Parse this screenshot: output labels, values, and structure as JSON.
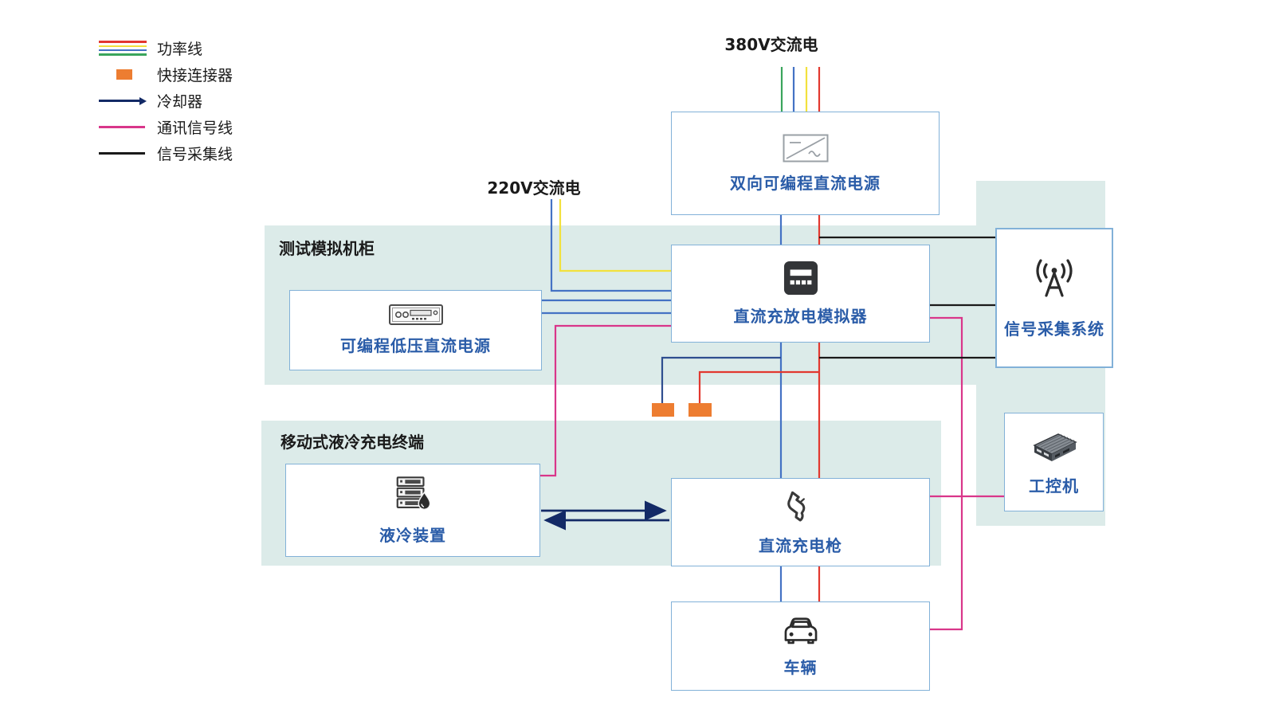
{
  "labels": {
    "ac380": "380V交流电",
    "ac220": "220V交流电"
  },
  "regions": {
    "test_cabinet": {
      "label": "测试模拟机柜"
    },
    "mobile_terminal": {
      "label": "移动式液冷充电终端"
    }
  },
  "legend": {
    "items": [
      {
        "label": "功率线",
        "swatch": "power-multiline",
        "colors": [
          "#e2382f",
          "#f2e13d",
          "#4472c4",
          "#3aa55c"
        ]
      },
      {
        "label": "快接连接器",
        "swatch": "orange-rect",
        "color": "#ed7d31"
      },
      {
        "label": "冷却器",
        "swatch": "navy-arrow",
        "color": "#132a66"
      },
      {
        "label": "通讯信号线",
        "swatch": "pink-line",
        "color": "#d9368a"
      },
      {
        "label": "信号采集线",
        "swatch": "black-line",
        "color": "#1a1a1a"
      }
    ]
  },
  "nodes": {
    "bidirectional_dc_supply": {
      "label": "双向可编程直流电源",
      "icon": "acdc-converter-icon"
    },
    "dc_charge_discharge_simulator": {
      "label": "直流充放电模拟器",
      "icon": "charge-module-icon"
    },
    "programmable_lv_dc_supply": {
      "label": "可编程低压直流电源",
      "icon": "bench-psu-icon"
    },
    "signal_acquisition_system": {
      "label": "信号采集系统",
      "icon": "antenna-icon"
    },
    "industrial_pc": {
      "label": "工控机",
      "icon": "industrial-pc-icon"
    },
    "liquid_cooling_unit": {
      "label": "液冷装置",
      "icon": "cooling-unit-icon"
    },
    "dc_charging_gun": {
      "label": "直流充电枪",
      "icon": "charging-gun-icon"
    },
    "vehicle": {
      "label": "车辆",
      "icon": "car-icon"
    }
  },
  "connections": [
    {
      "type": "功率线",
      "from": "380V交流电",
      "to": "双向可编程直流电源"
    },
    {
      "type": "功率线",
      "from": "双向可编程直流电源",
      "to": "直流充放电模拟器"
    },
    {
      "type": "功率线",
      "from": "220V交流电",
      "to": "直流充放电模拟器"
    },
    {
      "type": "功率线",
      "from": "可编程低压直流电源",
      "to": "直流充放电模拟器"
    },
    {
      "type": "功率线",
      "from": "直流充放电模拟器",
      "to": "快接连接器"
    },
    {
      "type": "功率线",
      "from": "直流充放电模拟器",
      "to": "直流充电枪"
    },
    {
      "type": "功率线",
      "from": "直流充电枪",
      "to": "车辆"
    },
    {
      "type": "冷却器",
      "from": "液冷装置",
      "to": "直流充电枪",
      "bidirectional": true
    },
    {
      "type": "通讯信号线",
      "from": "直流充放电模拟器",
      "to": "液冷装置"
    },
    {
      "type": "通讯信号线",
      "from": "直流充放电模拟器",
      "to": "车辆"
    },
    {
      "type": "通讯信号线",
      "from": "直流充电枪",
      "to": "工控机"
    },
    {
      "type": "信号采集线",
      "from": "双向可编程直流电源",
      "to": "信号采集系统"
    },
    {
      "type": "信号采集线",
      "from": "直流充放电模拟器",
      "to": "信号采集系统"
    }
  ],
  "colors": {
    "power_red": "#e2382f",
    "power_yellow": "#f2e13d",
    "power_blue": "#4472c4",
    "power_green": "#3aa55c",
    "cooling_navy": "#132a66",
    "comm_pink": "#d9368a",
    "signal_black": "#1a1a1a",
    "connector_orange": "#ed7d31",
    "node_border_blue": "#82b1d8",
    "node_label_blue": "#2a5ca8",
    "region_teal": "#dcebe9"
  }
}
